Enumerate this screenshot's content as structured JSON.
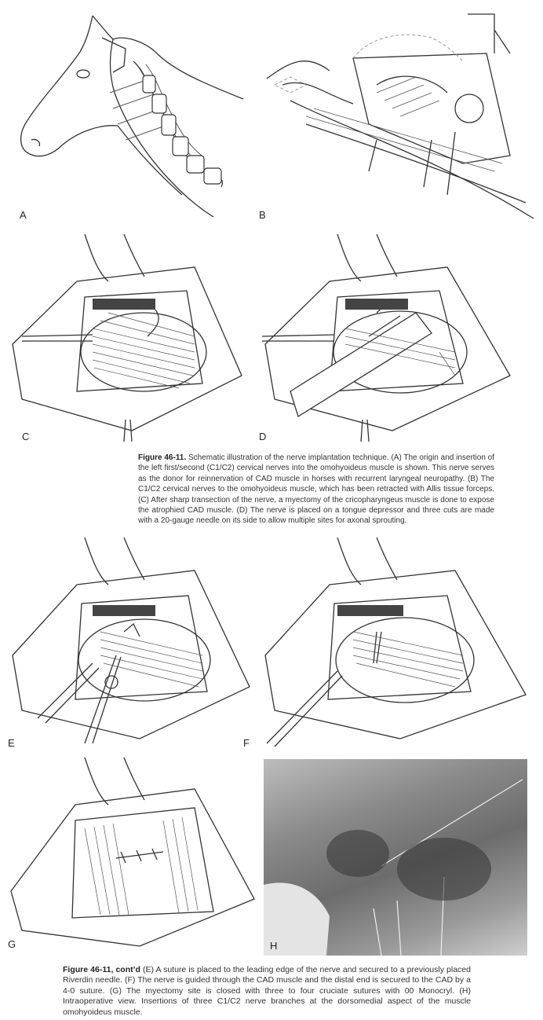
{
  "panels": {
    "A": {
      "label": "A"
    },
    "B": {
      "label": "B"
    },
    "C": {
      "label": "C"
    },
    "D": {
      "label": "D"
    },
    "E": {
      "label": "E"
    },
    "F": {
      "label": "F"
    },
    "G": {
      "label": "G"
    },
    "H": {
      "label": "H"
    }
  },
  "captions": {
    "first": {
      "title": "Figure 46-11.",
      "text": "Schematic illustration of the nerve implantation technique. (A) The origin and insertion of the left first/second (C1/C2) cervical nerves into the omohyoideus muscle is shown. This nerve serves as the donor for reinnervation of CAD muscle in horses with recurrent laryngeal neuropathy. (B) The C1/C2 cervical nerves to the omohyoideus muscle, which has been retracted with Allis tissue forceps. (C) After sharp transection of the nerve, a myectomy of the cricopharyngeus muscle is done to expose the atrophied CAD muscle. (D) The nerve is placed on a tongue depressor and three cuts are made with a 20-gauge needle on its side to allow multiple sites for axonal sprouting."
    },
    "second": {
      "title": "Figure 46-11, cont’d",
      "text": "(E) A suture is placed to the leading edge of the nerve and secured to a previously placed Riverdin needle. (F) The nerve is guided through the CAD muscle and the distal end is secured to the CAD by a 4-0 suture. (G) The myectomy site is closed with three to four cruciate sutures with 00 Monocryl. (H) Intraoperative view. Insertions of three C1/C2 nerve branches at the dorsomedial aspect of the muscle omohyoideus muscle."
    }
  }
}
